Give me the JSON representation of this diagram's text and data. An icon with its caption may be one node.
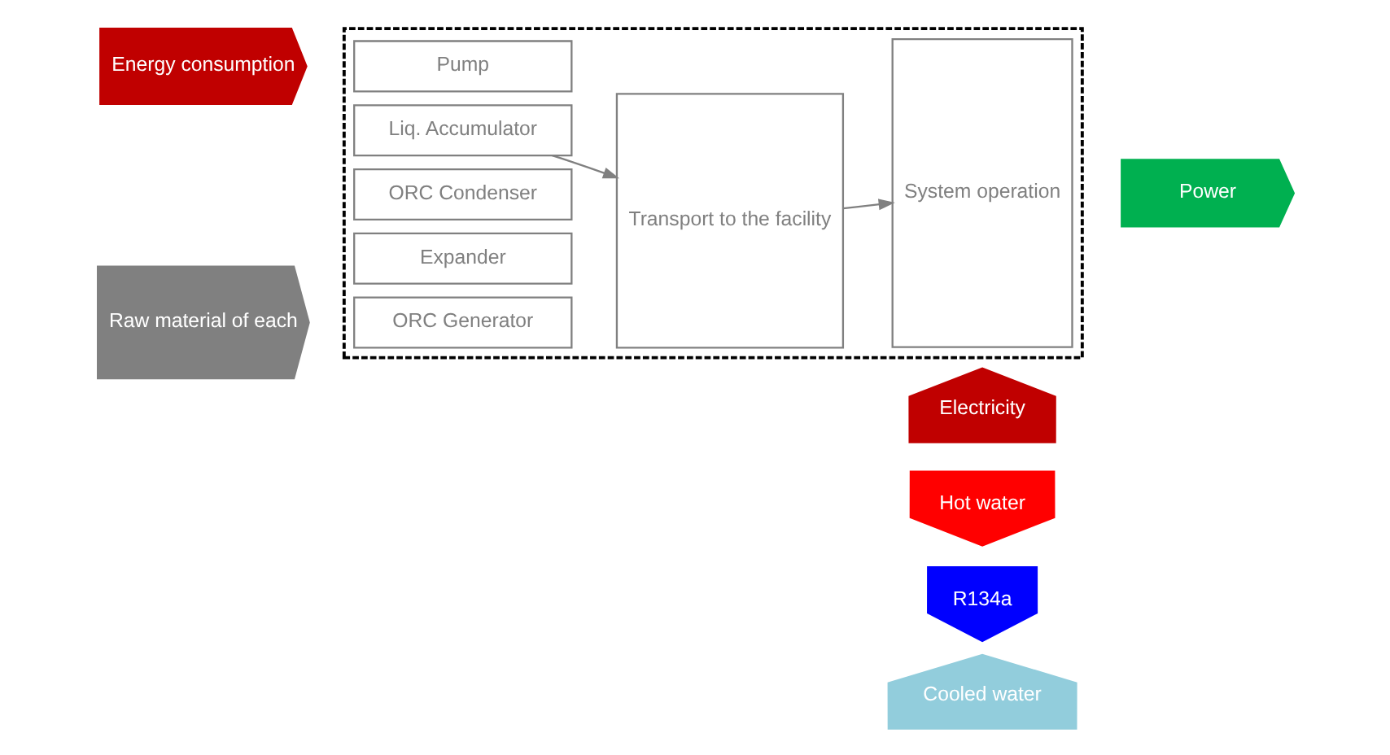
{
  "diagram": {
    "nodes": [
      {
        "text": [
          "Hot water"
        ]
      },
      {
        "text": [
          "R134a"
        ]
      },
      {
        "text": [],
        "shape": "box"
      },
      {
        "text": [
          "Raw material of each"
        ]
      },
      {
        "text": [
          "ORC Generator"
        ],
        "in": 2
      },
      {
        "text": [
          "Expander"
        ],
        "in": 2
      },
      {
        "text": [
          "ORC Condenser"
        ],
        "in": 2
      },
      {
        "text": [
          "Liq. Accumulator"
        ],
        "in": 2
      },
      {
        "text": [
          "Pump"
        ],
        "in": 2
      },
      {
        "text": [
          "Transport to the facility"
        ],
        "in": 2
      },
      {
        "text": [
          "System operation"
        ],
        "in": 2
      },
      {
        "text": [
          "Power"
        ]
      },
      {
        "text": [
          "Energy consumption"
        ]
      },
      {
        "text": [
          "Cooled water"
        ]
      },
      {
        "text": [
          "Electricity"
        ]
      }
    ],
    "edges": [
      {
        "from": 7,
        "to": 9,
        "arrow": "to"
      },
      {
        "from": 9,
        "to": 10,
        "arrow": "to"
      }
    ]
  }
}
